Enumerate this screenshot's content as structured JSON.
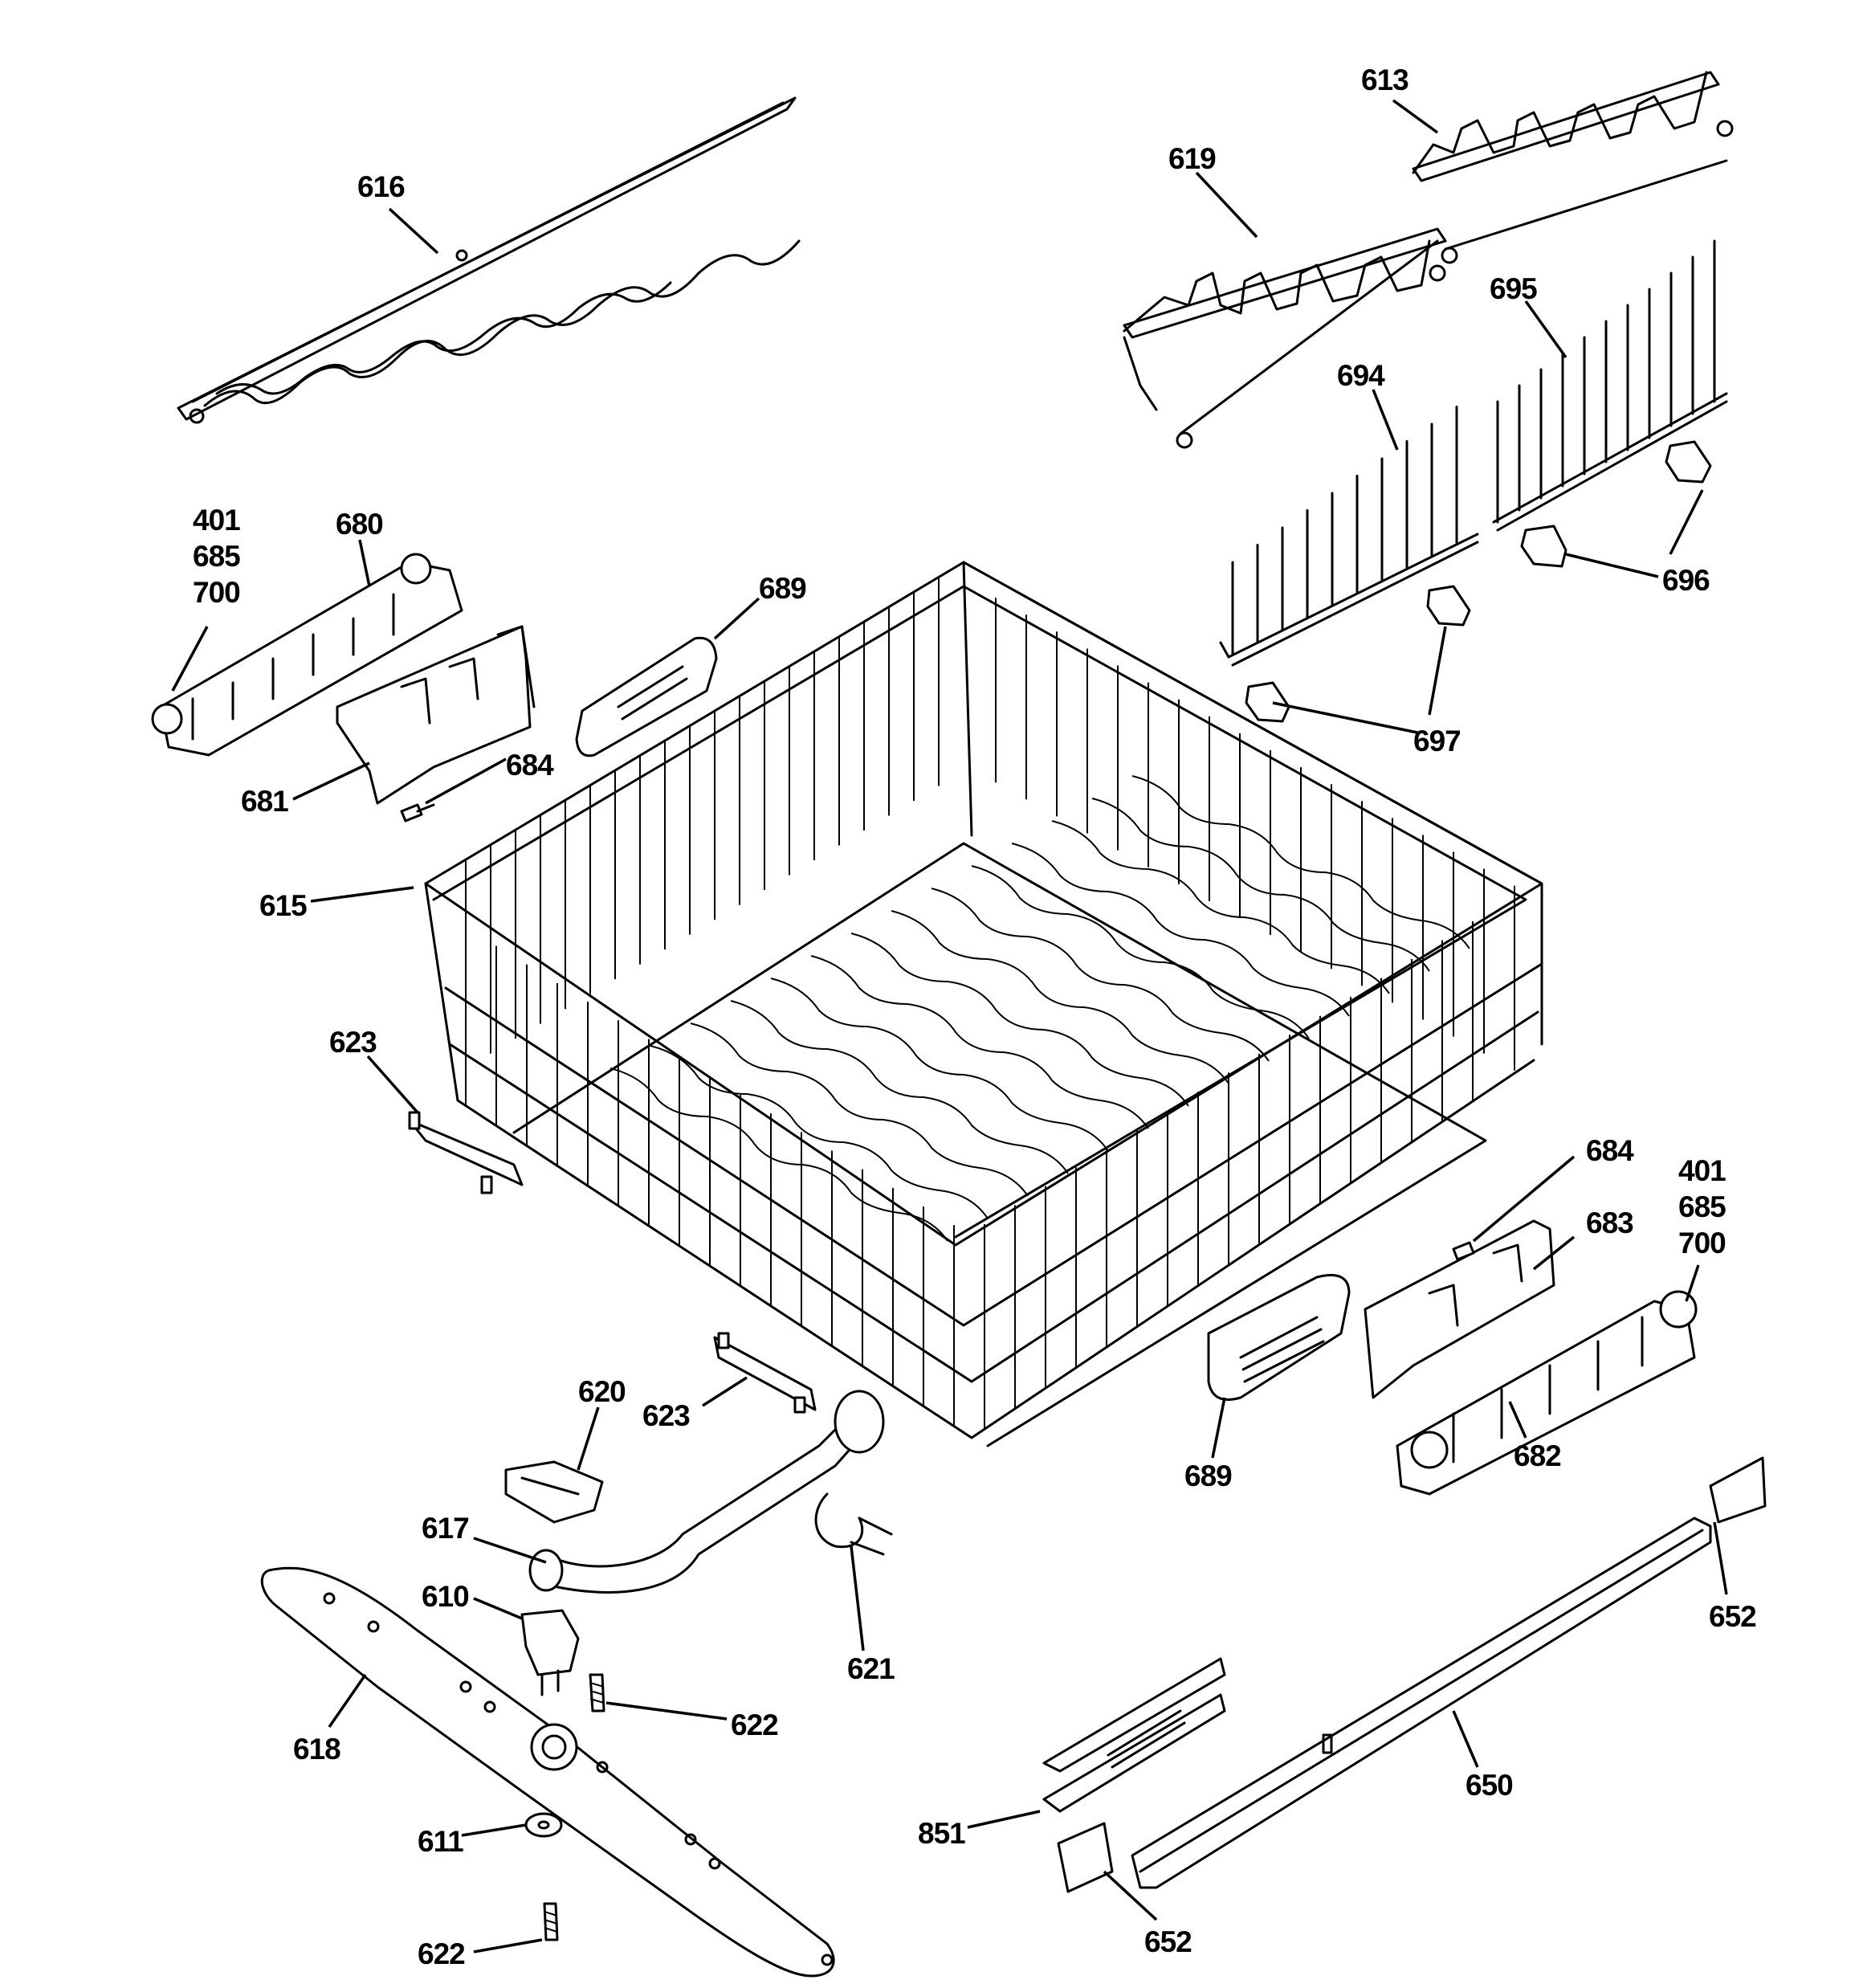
{
  "callouts": {
    "c616": "616",
    "c613": "613",
    "c619": "619",
    "c695": "695",
    "c694": "694",
    "c401a": "401",
    "c685a": "685",
    "c700a": "700",
    "c680": "680",
    "c689a": "689",
    "c696": "696",
    "c697": "697",
    "c684a": "684",
    "c681": "681",
    "c615": "615",
    "c623a": "623",
    "c684b": "684",
    "c401b": "401",
    "c683": "683",
    "c685b": "685",
    "c700b": "700",
    "c620": "620",
    "c623b": "623",
    "c689b": "689",
    "c682": "682",
    "c617": "617",
    "c652a": "652",
    "c610": "610",
    "c621": "621",
    "c622a": "622",
    "c618": "618",
    "c650": "650",
    "c851": "851",
    "c611": "611",
    "c652b": "652",
    "c622b": "622"
  }
}
